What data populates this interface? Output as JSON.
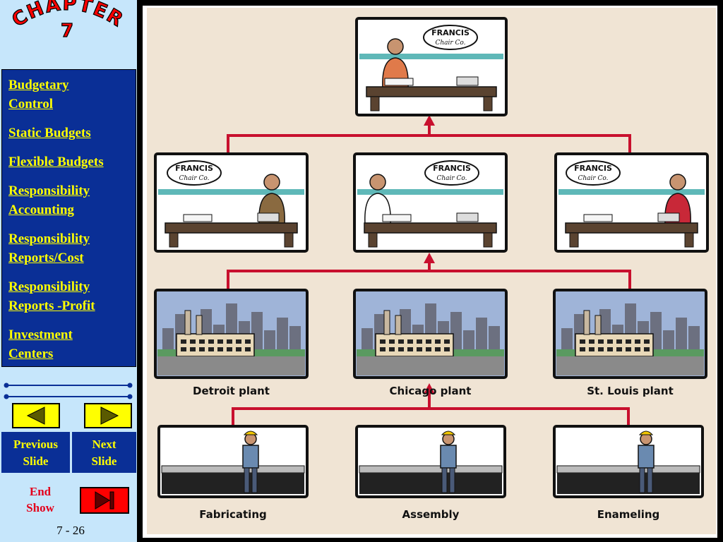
{
  "chapter": {
    "word": "CHAPTER",
    "number": "7"
  },
  "nav": {
    "items": [
      {
        "line1": "Budgetary",
        "line2": "Control"
      },
      {
        "line1": "Static Budgets",
        "line2": ""
      },
      {
        "line1": "Flexible Budgets",
        "line2": ""
      },
      {
        "line1": "Responsibility",
        "line2": "Accounting"
      },
      {
        "line1": "Responsibility",
        "line2": "Reports/Cost"
      },
      {
        "line1": "Responsibility",
        "line2": "Reports -Profit"
      },
      {
        "line1": "Investment",
        "line2": "Centers"
      }
    ]
  },
  "controls": {
    "previous": {
      "line1": "Previous",
      "line2": "Slide"
    },
    "next": {
      "line1": "Next",
      "line2": "Slide"
    },
    "end": {
      "line1": "End",
      "line2": "Show"
    }
  },
  "page_number": "7 - 26",
  "diagram": {
    "company_logo": {
      "line1": "FRANCIS",
      "line2": "Chair Co."
    },
    "plants": [
      "Detroit plant",
      "Chicago  plant",
      "St. Louis plant"
    ],
    "departments": [
      "Fabricating",
      "Assembly",
      "Enameling"
    ]
  },
  "colors": {
    "sidebar_bg": "#c6e6fb",
    "nav_bg": "#0a2f96",
    "link_text": "#ffff00",
    "diagram_bg": "#f0e4d4",
    "connector": "#c8102e",
    "end_button": "#ff0000"
  }
}
